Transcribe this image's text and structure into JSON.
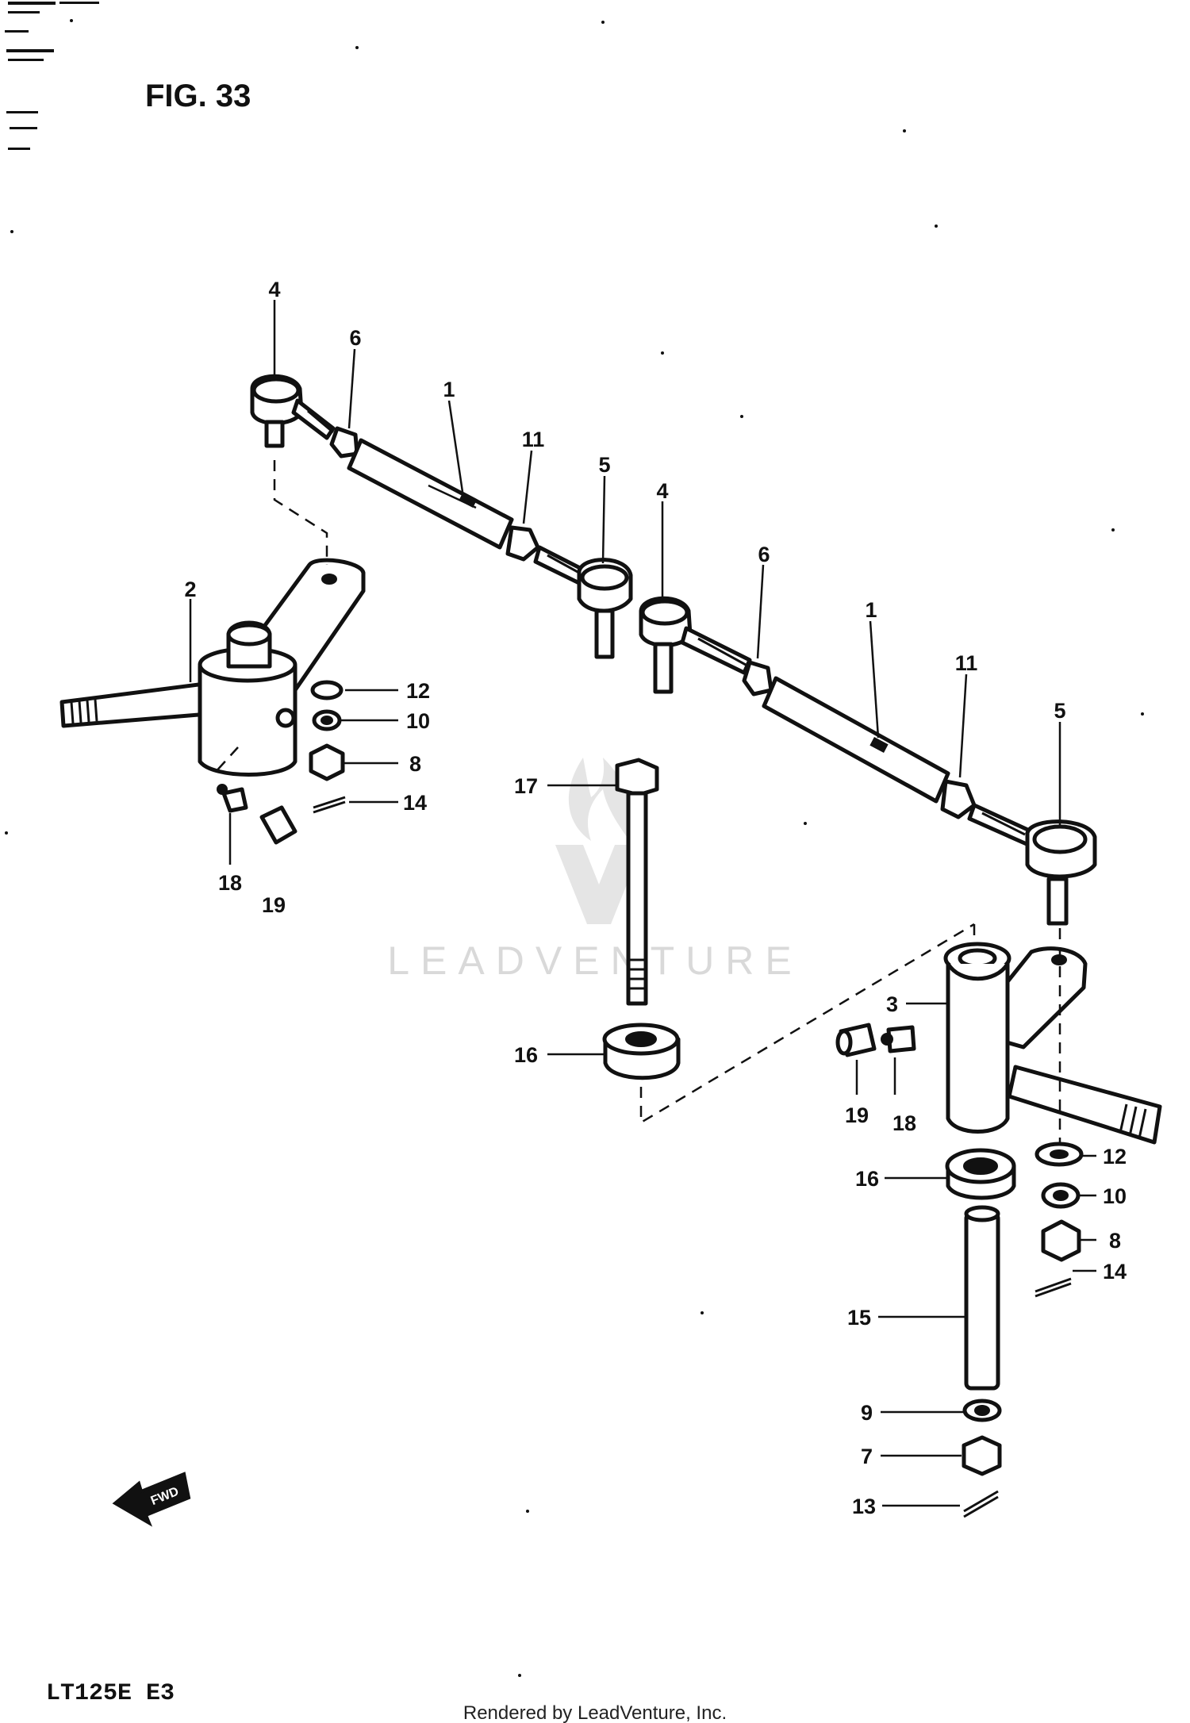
{
  "figure": {
    "title": "FIG. 33"
  },
  "model": {
    "code": "LT125E  E3"
  },
  "credit": {
    "text": "Rendered by LeadVenture, Inc."
  },
  "watermark": {
    "text": "LEADVENTURE",
    "logo_icon": "flame-v-logo-icon"
  },
  "fwd_arrow": {
    "label": "FWD"
  },
  "callouts": {
    "c1a": "1",
    "c1b": "1",
    "c2": "2",
    "c3": "3",
    "c4a": "4",
    "c4b": "4",
    "c5a": "5",
    "c5b": "5",
    "c6a": "6",
    "c6b": "6",
    "c7": "7",
    "c8a": "8",
    "c8b": "8",
    "c9": "9",
    "c10a": "10",
    "c10b": "10",
    "c11a": "11",
    "c11b": "11",
    "c12a": "12",
    "c12b": "12",
    "c13": "13",
    "c14a": "14",
    "c14b": "14",
    "c15": "15",
    "c16a": "16",
    "c16b": "16",
    "c17": "17",
    "c18a": "18",
    "c18b": "18",
    "c19a": "19",
    "c19b": "19"
  }
}
